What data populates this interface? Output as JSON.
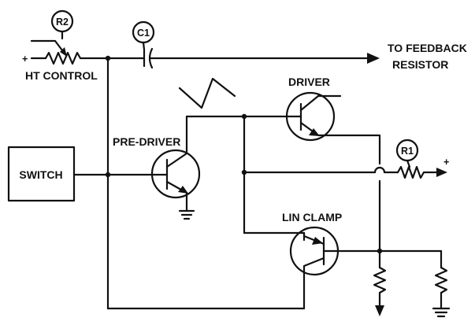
{
  "labels": {
    "r2": "R2",
    "c1": "C1",
    "r1": "R1",
    "ht_control": "HT CONTROL",
    "to_feedback_1": "TO FEEDBACK",
    "to_feedback_2": "RESISTOR",
    "driver": "DRIVER",
    "pre_driver": "PRE-DRIVER",
    "lin_clamp": "LIN CLAMP",
    "switch": "SWITCH",
    "plus_left": "+",
    "plus_right": "+"
  }
}
